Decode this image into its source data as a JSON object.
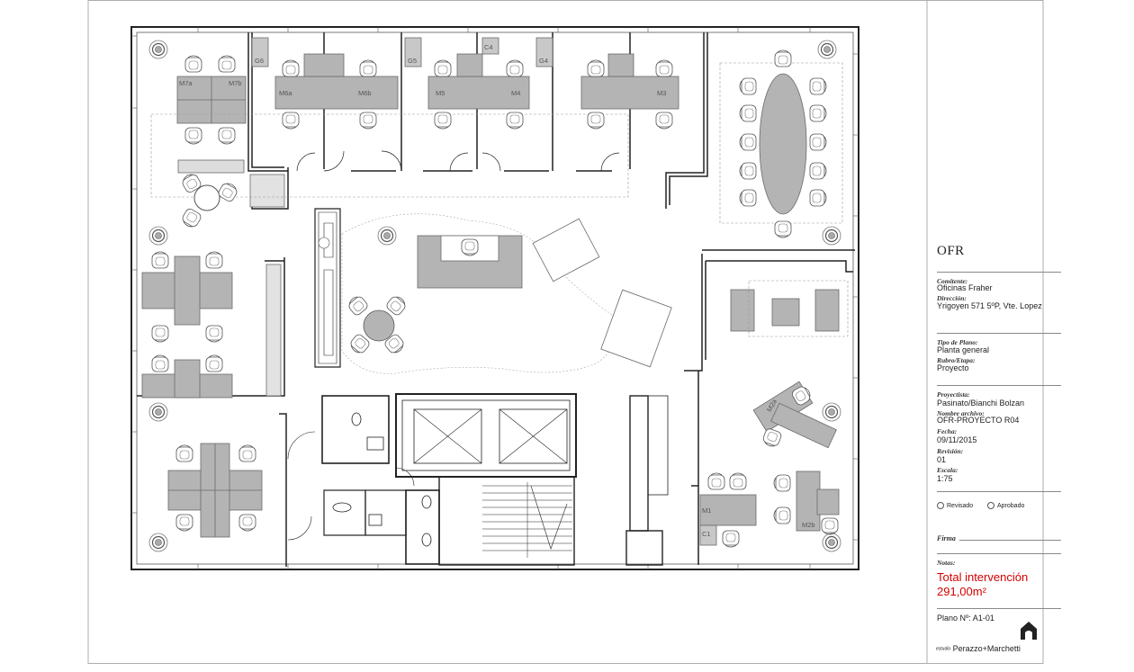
{
  "title_block": {
    "project": "OFR",
    "comitente_label": "Comitente:",
    "comitente": "Oficinas Fraher",
    "direccion_label": "Dirección:",
    "direccion": "Yrigoyen 571 5ºP, Vte. Lopez",
    "tipo_label": "Tipo de Plano:",
    "tipo": "Planta general",
    "rubro_label": "Rubro/Etapa:",
    "rubro": "Proyecto",
    "proyectista_label": "Proyectista:",
    "proyectista": "Pasinato/Bianchi Bolzan",
    "archivo_label": "Nombre archivo:",
    "archivo": "OFR-PROYECTO R04",
    "fecha_label": "Fecha:",
    "fecha": "09/11/2015",
    "revision_label": "Revisión:",
    "revision": "01",
    "escala_label": "Escala:",
    "escala": "1:75",
    "check_revisado": "Revisado",
    "check_aprobado": "Aprobado",
    "firma_label": "Firma",
    "notas_label": "Notas:",
    "total_line1": "Total intervención",
    "total_line2": "291,00m²",
    "plano": "Plano Nº: A1-01",
    "studio_prefix": "estudio",
    "studio_name": "Perazzo+Marchetti"
  },
  "plan_labels": {
    "m7a": "M7a",
    "m7b": "M7b",
    "m6a": "M6a",
    "m6b": "M6b",
    "m5": "M5",
    "m4": "M4",
    "g6": "G6",
    "g5": "G5",
    "c4": "C4",
    "g4": "G4",
    "m3": "M3",
    "m2a": "M2a",
    "m1": "M1",
    "m2b": "M2b",
    "c1": "C1"
  },
  "colors": {
    "wall": "#222222",
    "furniture": "#b4b4b4",
    "furniture_edge": "#6a6a6a",
    "accent_total": "#d40000",
    "column": "#7a7a7a"
  }
}
